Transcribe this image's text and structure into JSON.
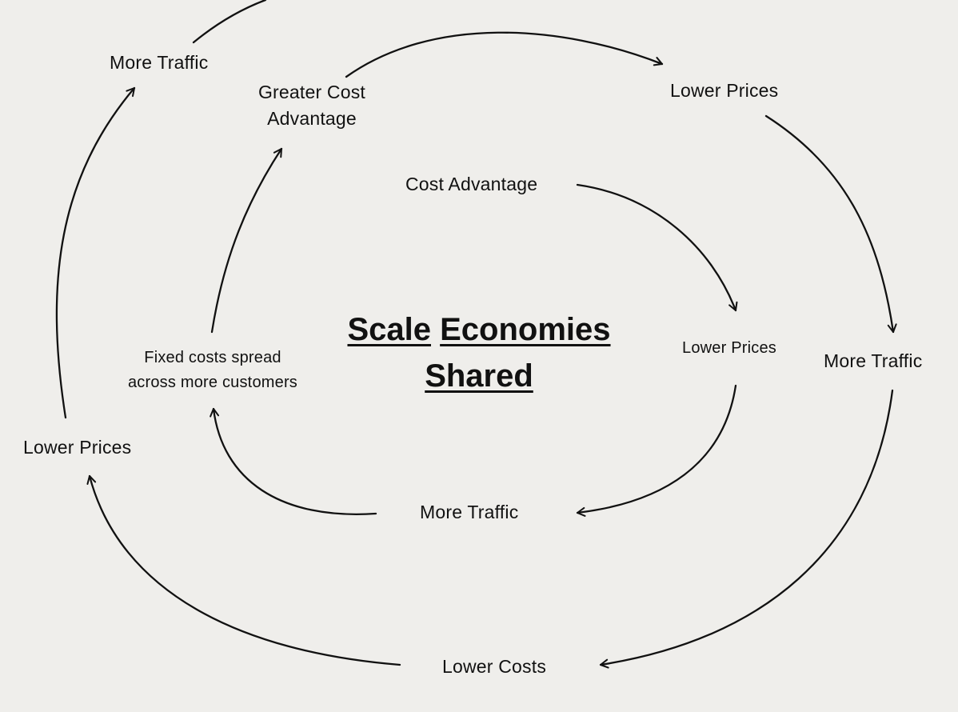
{
  "title": {
    "line1_word1": "Scale",
    "line1_word2": "Economies",
    "line2": "Shared"
  },
  "nodes": {
    "more_traffic_topleft": "More Traffic",
    "greater_cost_l1": "Greater Cost",
    "greater_cost_l2": "Advantage",
    "lower_prices_topright": "Lower Prices",
    "cost_advantage": "Cost Advantage",
    "lower_prices_inner": "Lower Prices",
    "more_traffic_right": "More Traffic",
    "fixed_costs_l1": "Fixed costs spread",
    "fixed_costs_l2": "across more customers",
    "lower_prices_left": "Lower Prices",
    "more_traffic_bottom": "More Traffic",
    "lower_costs": "Lower Costs"
  },
  "colors": {
    "background": "#efeeeb",
    "ink": "#111111"
  }
}
